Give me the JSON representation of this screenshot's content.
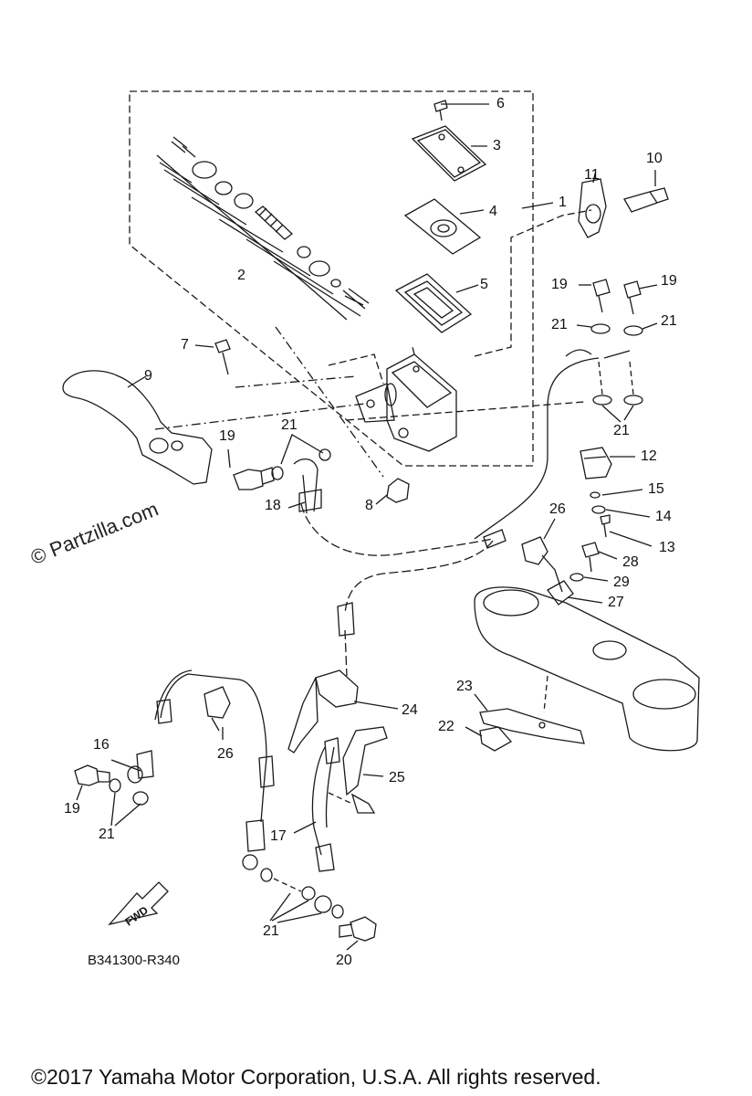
{
  "watermark": "© Partzilla.com",
  "diagram_code": "B341300-R340",
  "fwd_label": "FWD",
  "copyright": "©2017 Yamaha Motor Corporation, U.S.A. All rights reserved.",
  "callouts": [
    "1",
    "2",
    "3",
    "4",
    "5",
    "6",
    "7",
    "8",
    "9",
    "10",
    "11",
    "12",
    "13",
    "14",
    "15",
    "16",
    "17",
    "18",
    "19",
    "20",
    "21",
    "22",
    "23",
    "24",
    "25",
    "26",
    "27",
    "28",
    "29"
  ]
}
